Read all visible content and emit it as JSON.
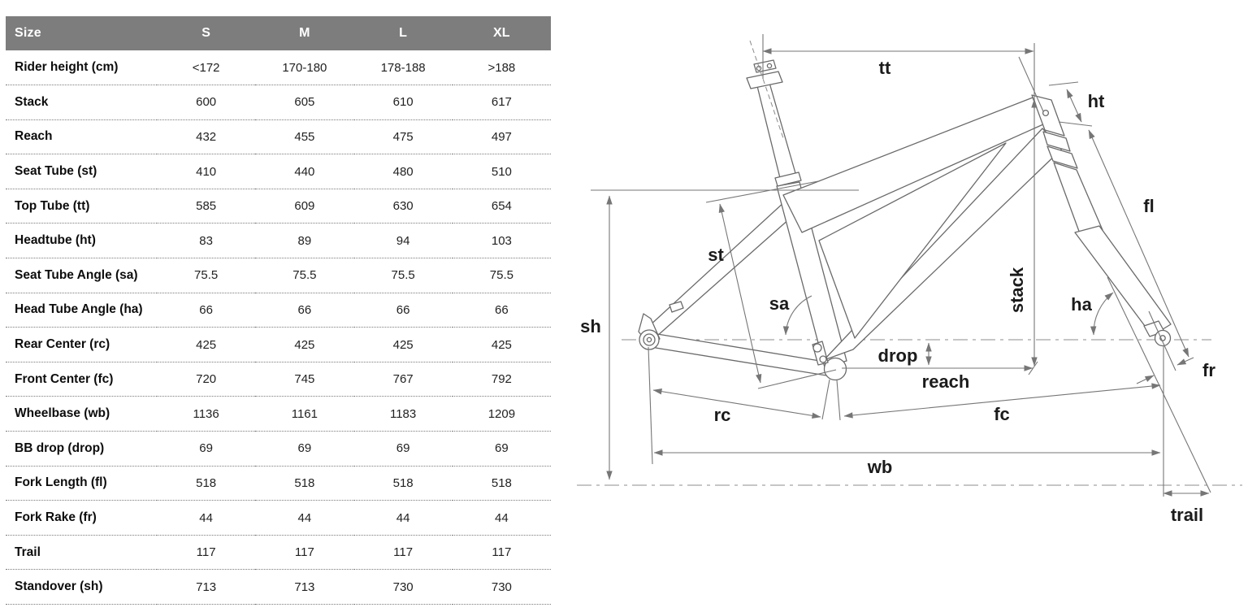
{
  "colors": {
    "header_bg": "#7d7d7d",
    "header_text": "#ffffff",
    "row_label_text": "#0d0d0d",
    "value_text": "#222222",
    "drawing_line": "#6a6a6a",
    "dimension_line": "#767676",
    "label_text": "#1b1b1b"
  },
  "table": {
    "header": [
      "Size",
      "S",
      "M",
      "L",
      "XL"
    ],
    "rows": [
      {
        "label": "Rider height (cm)",
        "values": [
          "<172",
          "170-180",
          "178-188",
          ">188"
        ]
      },
      {
        "label": "Stack",
        "values": [
          "600",
          "605",
          "610",
          "617"
        ]
      },
      {
        "label": "Reach",
        "values": [
          "432",
          "455",
          "475",
          "497"
        ]
      },
      {
        "label": "Seat Tube (st)",
        "values": [
          "410",
          "440",
          "480",
          "510"
        ]
      },
      {
        "label": "Top Tube (tt)",
        "values": [
          "585",
          "609",
          "630",
          "654"
        ]
      },
      {
        "label": "Headtube (ht)",
        "values": [
          "83",
          "89",
          "94",
          "103"
        ]
      },
      {
        "label": "Seat Tube Angle (sa)",
        "values": [
          "75.5",
          "75.5",
          "75.5",
          "75.5"
        ]
      },
      {
        "label": "Head Tube Angle (ha)",
        "values": [
          "66",
          "66",
          "66",
          "66"
        ]
      },
      {
        "label": "Rear Center (rc)",
        "values": [
          "425",
          "425",
          "425",
          "425"
        ]
      },
      {
        "label": "Front Center (fc)",
        "values": [
          "720",
          "745",
          "767",
          "792"
        ]
      },
      {
        "label": "Wheelbase (wb)",
        "values": [
          "1136",
          "1161",
          "1183",
          "1209"
        ]
      },
      {
        "label": "BB drop (drop)",
        "values": [
          "69",
          "69",
          "69",
          "69"
        ]
      },
      {
        "label": "Fork Length (fl)",
        "values": [
          "518",
          "518",
          "518",
          "518"
        ]
      },
      {
        "label": "Fork Rake (fr)",
        "values": [
          "44",
          "44",
          "44",
          "44"
        ]
      },
      {
        "label": "Trail",
        "values": [
          "117",
          "117",
          "117",
          "117"
        ]
      },
      {
        "label": "Standover (sh)",
        "values": [
          "713",
          "713",
          "730",
          "730"
        ]
      }
    ]
  },
  "diagram": {
    "labels": {
      "tt": "tt",
      "ht": "ht",
      "fl": "fl",
      "st": "st",
      "sa": "sa",
      "stack": "stack",
      "ha": "ha",
      "sh": "sh",
      "drop": "drop",
      "reach": "reach",
      "fr": "fr",
      "rc": "rc",
      "fc": "fc",
      "wb": "wb",
      "trail": "trail"
    }
  }
}
